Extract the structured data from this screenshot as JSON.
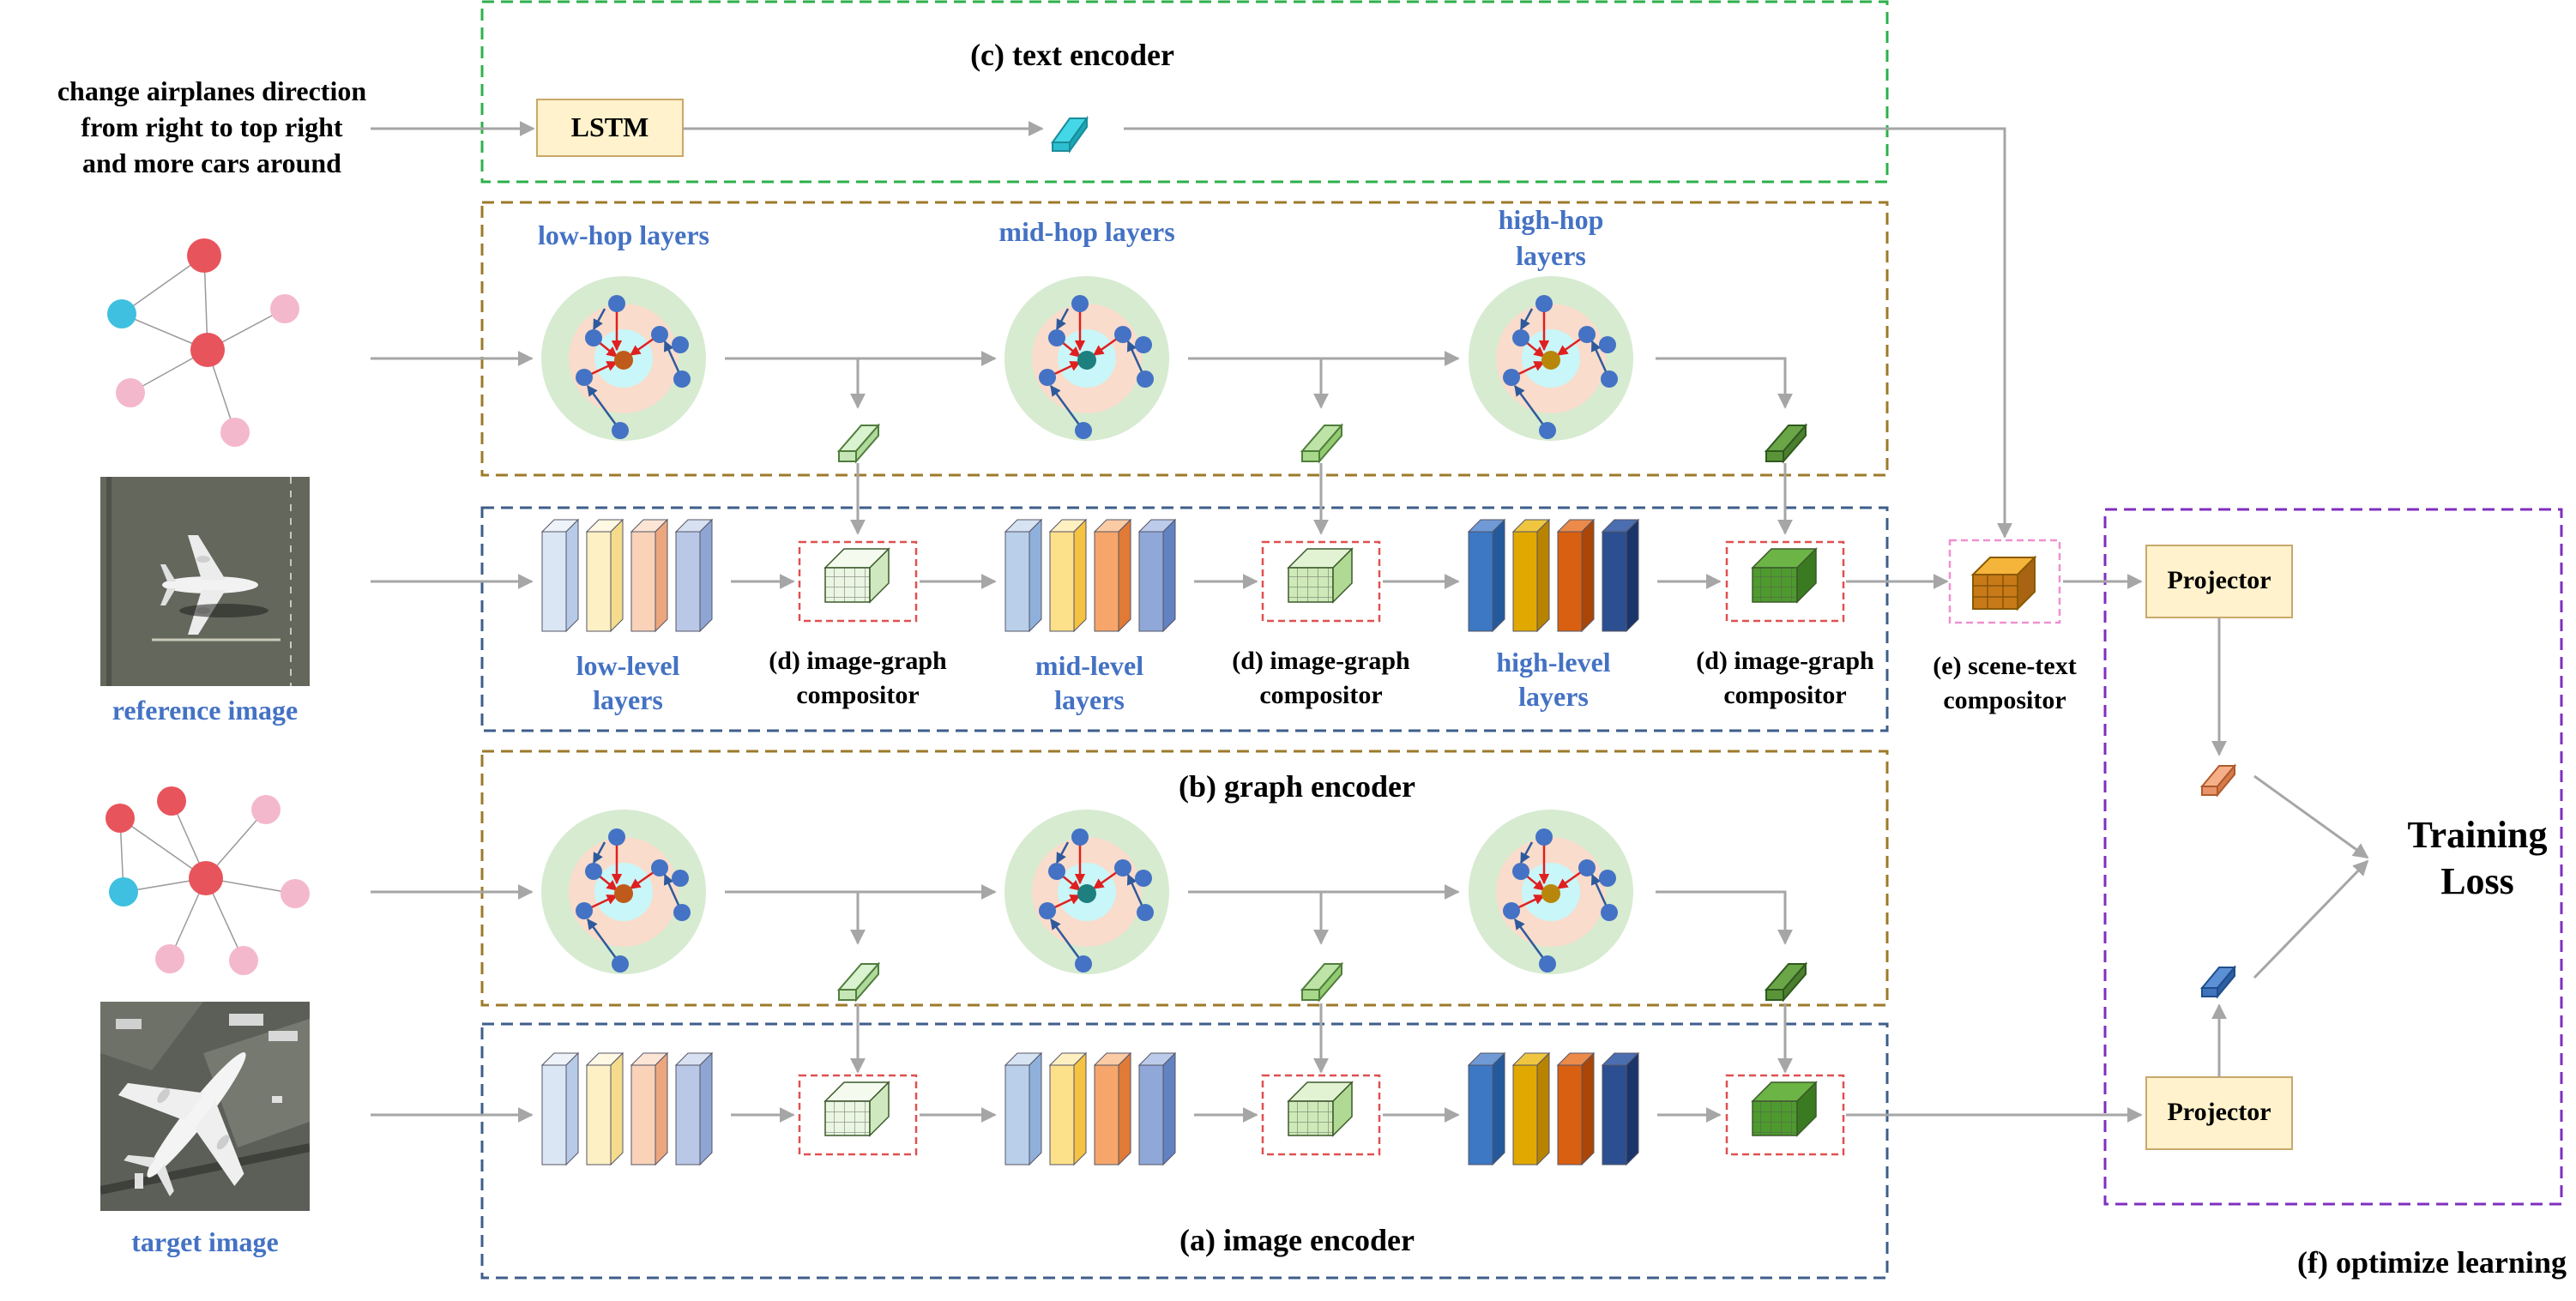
{
  "modules": {
    "text_encoder": "(c) text encoder",
    "graph_encoder": "(b) graph encoder",
    "image_encoder": "(a) image encoder",
    "optimize_learning": "(f) optimize learning"
  },
  "input_text": {
    "line1": "change airplanes direction",
    "line2": "from right to top right",
    "line3": "and more cars around"
  },
  "lstm_label": "LSTM",
  "hop_layers": {
    "low": "low-hop layers",
    "mid": "mid-hop layers",
    "high_line1": "high-hop",
    "high_line2": "layers"
  },
  "level_layers": {
    "low_line1": "low-level",
    "mid_line1": "mid-level",
    "high_line1": "high-level",
    "line2": "layers"
  },
  "compositor": {
    "line1": "(d) image-graph",
    "line2": "compositor"
  },
  "scene_text": {
    "line1": "(e) scene-text",
    "line2": "compositor"
  },
  "projector_label": "Projector",
  "training_loss": {
    "line1": "Training",
    "line2": "Loss"
  },
  "image_captions": {
    "reference": "reference image",
    "target": "target image"
  },
  "colors": {
    "text_encoder_border": "#2db04b",
    "graph_encoder_border": "#9c7a2a",
    "image_encoder_border": "#3e5e8a",
    "optimize_border": "#7f2fbf",
    "caption_blue": "#4472c4",
    "lstm_fill": "#fff2cc",
    "projector_fill": "#fff2cc",
    "arrow": "#a6a6a6"
  }
}
